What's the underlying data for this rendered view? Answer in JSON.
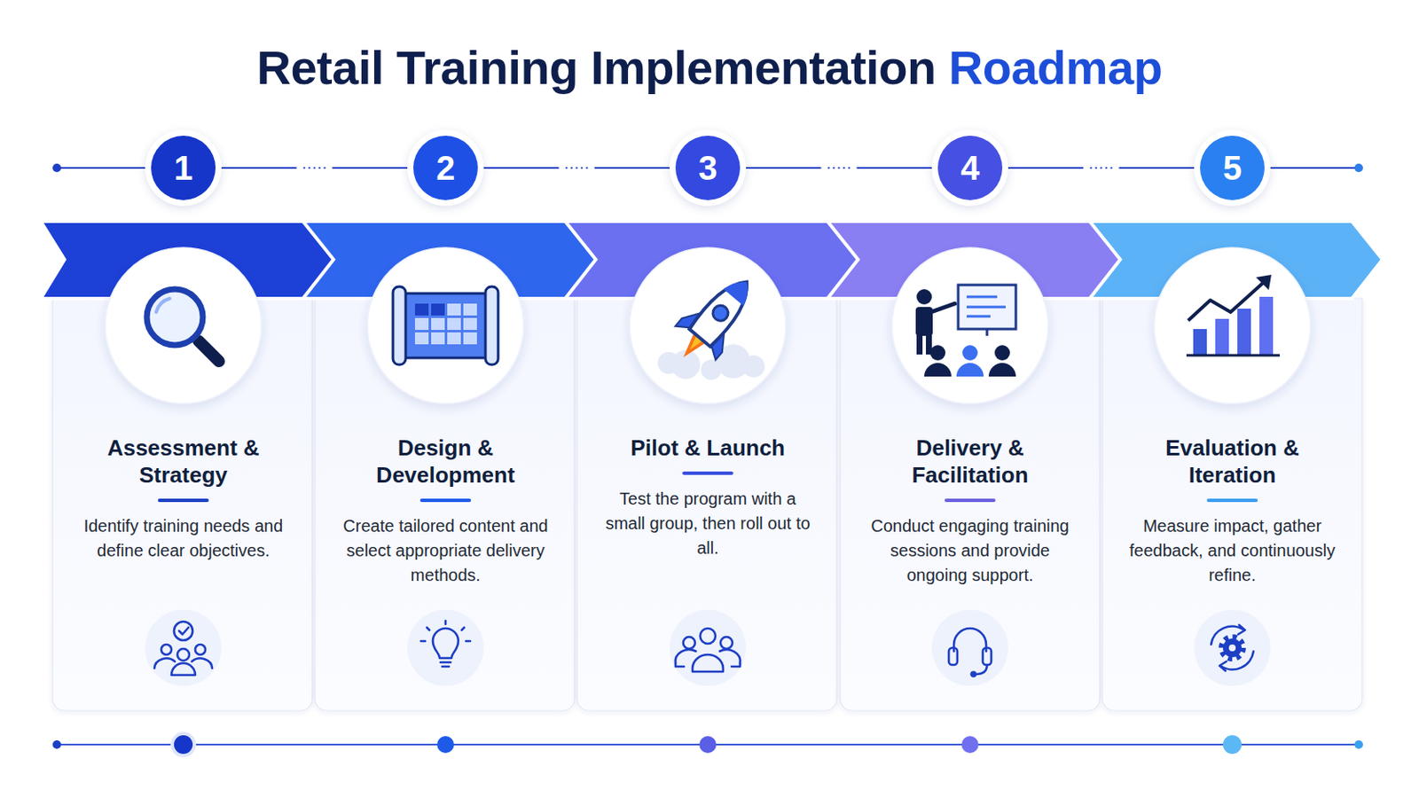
{
  "diagram": {
    "title": "Retail Training Implementation Roadmap",
    "nodes": [
      {
        "text": [
          "1"
        ]
      },
      {
        "text": [
          "2"
        ]
      },
      {
        "text": [
          "3"
        ]
      },
      {
        "text": [
          "4"
        ]
      },
      {
        "text": [
          "5"
        ]
      },
      {
        "text": [
          "Assessment & Strategy",
          "Identify training needs and define clear objectives."
        ]
      },
      {
        "text": [
          "Design & Development",
          "Create tailored content and select appropriate delivery methods."
        ]
      },
      {
        "text": [
          "Pilot & Launch",
          "Test the program with a small group, then roll out to all."
        ]
      },
      {
        "text": [
          "Delivery & Facilitation",
          "Conduct engaging training sessions and provide ongoing support."
        ]
      },
      {
        "text": [
          "Evaluation & Iteration",
          "Measure impact, gather feedback, and continuously refine."
        ]
      }
    ],
    "edges": [
      {
        "from": 0,
        "to": 1,
        "arrow": "none"
      },
      {
        "from": 1,
        "to": 2,
        "arrow": "none"
      },
      {
        "from": 2,
        "to": 3,
        "arrow": "none"
      },
      {
        "from": 3,
        "to": 4,
        "arrow": "none"
      }
    ]
  }
}
